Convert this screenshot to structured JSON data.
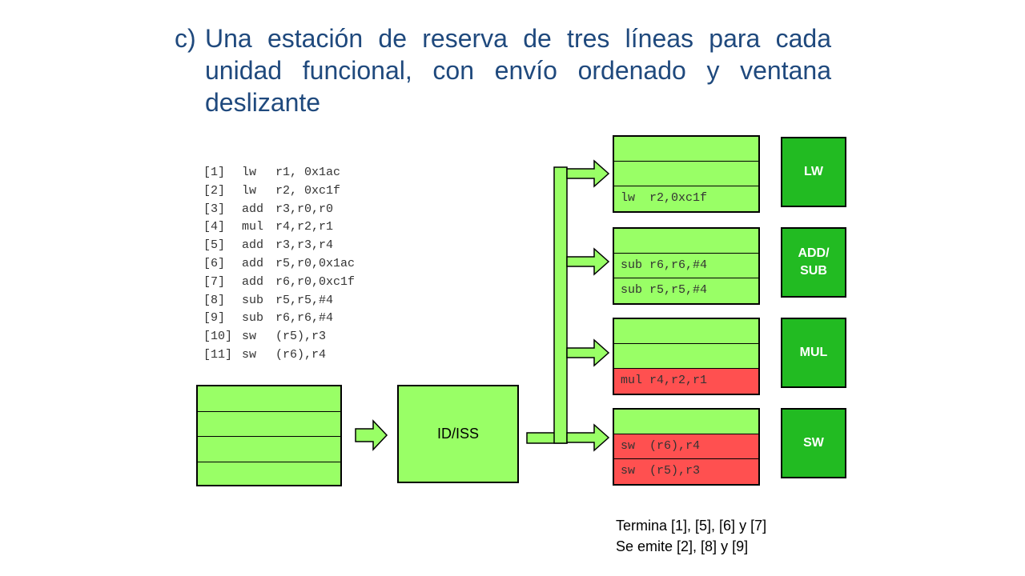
{
  "title": {
    "marker": "c)",
    "text": "Una estación de reserva de tres líneas para cada unidad funcional, con envío ordenado y ventana deslizante"
  },
  "program": [
    {
      "n": "[1]",
      "op": "lw",
      "args": "r1, 0x1ac"
    },
    {
      "n": "[2]",
      "op": "lw",
      "args": "r2, 0xc1f"
    },
    {
      "n": "[3]",
      "op": "add",
      "args": "r3,r0,r0"
    },
    {
      "n": "[4]",
      "op": "mul",
      "args": "r4,r2,r1"
    },
    {
      "n": "[5]",
      "op": "add",
      "args": "r3,r3,r4"
    },
    {
      "n": "[6]",
      "op": "add",
      "args": "r5,r0,0x1ac"
    },
    {
      "n": "[7]",
      "op": "add",
      "args": "r6,r0,0xc1f"
    },
    {
      "n": "[8]",
      "op": "sub",
      "args": "r5,r5,#4"
    },
    {
      "n": "[9]",
      "op": "sub",
      "args": "r6,r6,#4"
    },
    {
      "n": "[10]",
      "op": "sw",
      "args": "(r5),r3"
    },
    {
      "n": "[11]",
      "op": "sw",
      "args": "(r6),r4"
    }
  ],
  "idiss_label": "ID/ISS",
  "stations": [
    {
      "unit": "LW",
      "slots": [
        "",
        "",
        "lw  r2,0xc1f"
      ],
      "colors": [
        "green",
        "green",
        "green"
      ]
    },
    {
      "unit": "ADD/\nSUB",
      "slots": [
        "",
        "sub r6,r6,#4",
        "sub r5,r5,#4"
      ],
      "colors": [
        "green",
        "green",
        "green"
      ]
    },
    {
      "unit": "MUL",
      "slots": [
        "",
        "",
        "mul r4,r2,r1"
      ],
      "colors": [
        "green",
        "green",
        "red"
      ]
    },
    {
      "unit": "SW",
      "slots": [
        "",
        "sw  (r6),r4",
        "sw  (r5),r3"
      ],
      "colors": [
        "green",
        "red",
        "red"
      ]
    }
  ],
  "colors": {
    "title": "#1F497D",
    "fill": "#99FF66",
    "unit": "#22BB22",
    "busy": "#FF5050"
  },
  "notes": [
    "Termina [1], [5], [6] y [7]",
    "Se emite [2], [8] y [9]"
  ]
}
